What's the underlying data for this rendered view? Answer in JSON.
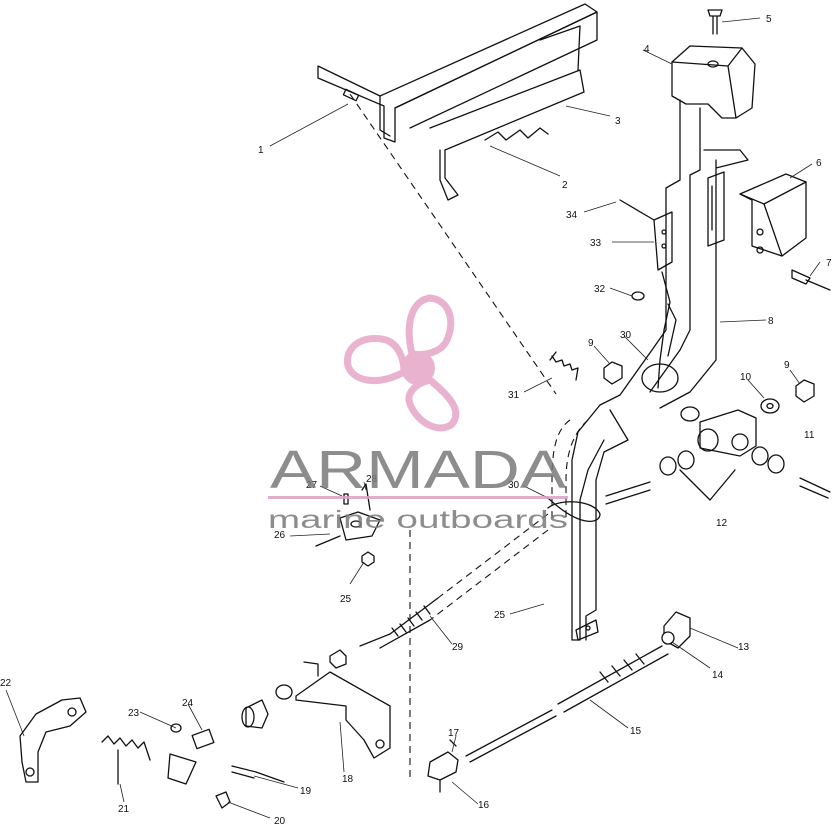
{
  "watermark": {
    "brand": "ARMADA",
    "tagline": "marine outboards",
    "logo_color": "#e6a6c8",
    "text_color": "#7a7a7a"
  },
  "callouts": [
    {
      "id": "c1",
      "label": "1"
    },
    {
      "id": "c2",
      "label": "2"
    },
    {
      "id": "c3",
      "label": "3"
    },
    {
      "id": "c4",
      "label": "4"
    },
    {
      "id": "c5",
      "label": "5"
    },
    {
      "id": "c6",
      "label": "6"
    },
    {
      "id": "c7",
      "label": "7"
    },
    {
      "id": "c8",
      "label": "8"
    },
    {
      "id": "c9a",
      "label": "9"
    },
    {
      "id": "c9b",
      "label": "9"
    },
    {
      "id": "c10",
      "label": "10"
    },
    {
      "id": "c11",
      "label": "11"
    },
    {
      "id": "c12",
      "label": "12"
    },
    {
      "id": "c13",
      "label": "13"
    },
    {
      "id": "c14",
      "label": "14"
    },
    {
      "id": "c15",
      "label": "15"
    },
    {
      "id": "c16",
      "label": "16"
    },
    {
      "id": "c17",
      "label": "17"
    },
    {
      "id": "c18",
      "label": "18"
    },
    {
      "id": "c19",
      "label": "19"
    },
    {
      "id": "c20",
      "label": "20"
    },
    {
      "id": "c21",
      "label": "21"
    },
    {
      "id": "c22",
      "label": "22"
    },
    {
      "id": "c23",
      "label": "23"
    },
    {
      "id": "c24",
      "label": "24"
    },
    {
      "id": "c25a",
      "label": "25"
    },
    {
      "id": "c25b",
      "label": "25"
    },
    {
      "id": "c26",
      "label": "26"
    },
    {
      "id": "c27",
      "label": "27"
    },
    {
      "id": "c28",
      "label": "28"
    },
    {
      "id": "c29",
      "label": "29"
    },
    {
      "id": "c30a",
      "label": "30"
    },
    {
      "id": "c30b",
      "label": "30"
    },
    {
      "id": "c31",
      "label": "31"
    },
    {
      "id": "c32",
      "label": "32"
    },
    {
      "id": "c33",
      "label": "33"
    },
    {
      "id": "c34",
      "label": "34"
    }
  ]
}
